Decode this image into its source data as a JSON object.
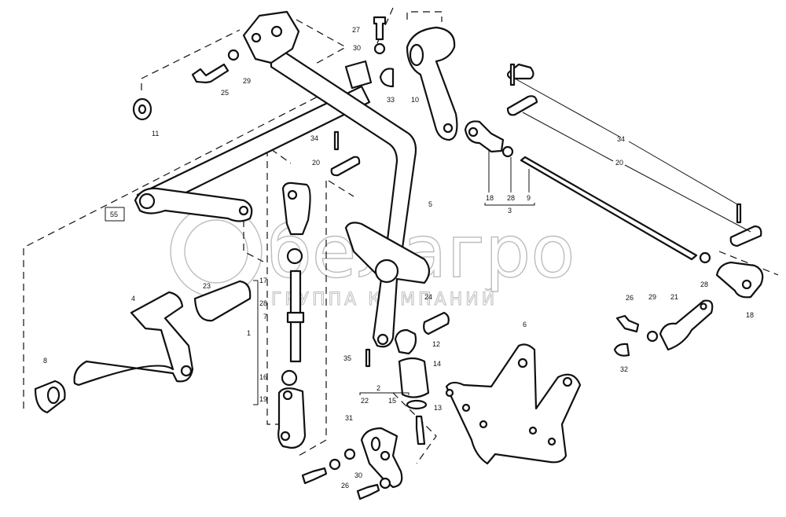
{
  "diagram": {
    "type": "exploded parts diagram",
    "watermark": {
      "brand": "белагро",
      "subtitle": "ГРУППА КОМПАНИЙ"
    },
    "callouts": {
      "c27": "27",
      "c30a": "30",
      "c33": "33",
      "c10": "10",
      "c25": "25",
      "c29a": "29",
      "c11": "11",
      "c34a": "34",
      "c20a": "20",
      "c5": "5",
      "c18a": "18",
      "c28a": "28",
      "c9": "9",
      "c3": "3",
      "c34b": "34",
      "c20b": "20",
      "c55": "55",
      "c23": "23",
      "c4": "4",
      "c17": "17",
      "c28b": "28",
      "c7": "7",
      "c1": "1",
      "c16": "16",
      "c19": "19",
      "c8": "8",
      "c24": "24",
      "c12": "12",
      "c35": "35",
      "c14": "14",
      "c13": "13",
      "c2": "2",
      "c22": "22",
      "c15": "15",
      "c31": "31",
      "c30b": "30",
      "c26a": "26",
      "c6": "6",
      "c26b": "26",
      "c29b": "29",
      "c21": "21",
      "c32": "32",
      "c28c": "28",
      "c18b": "18"
    }
  }
}
